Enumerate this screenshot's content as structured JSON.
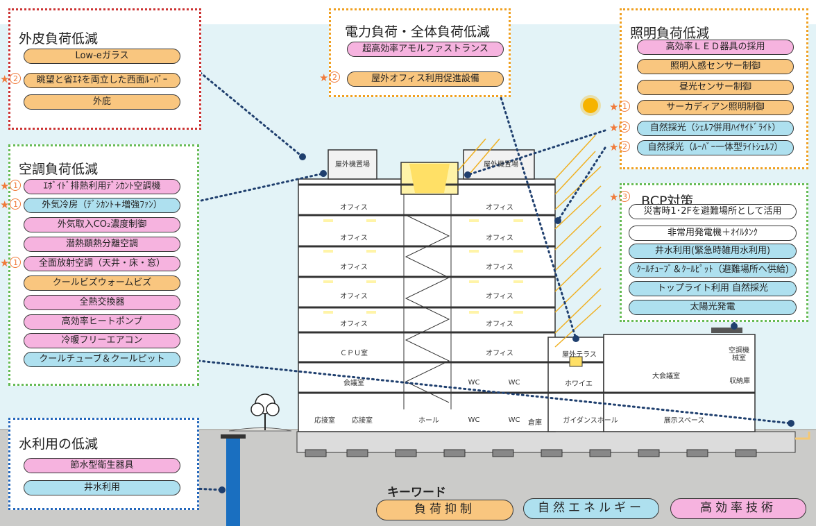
{
  "panels": {
    "skin": {
      "title": "外皮負荷低減",
      "color": "#cc3333",
      "items": [
        {
          "label": "Low-eガラス",
          "type": "o"
        },
        {
          "label": "眺望と省ｴﾈを両立した西面ﾙｰﾊﾞｰ",
          "type": "o",
          "star": "2"
        },
        {
          "label": "外庇",
          "type": "o"
        }
      ]
    },
    "hvac": {
      "title": "空調負荷低減",
      "color": "#66bb55",
      "items": [
        {
          "label": "ｴﾎﾞｲﾄﾞ排熱利用ﾃﾞｼｶﾝﾄ空調機",
          "type": "p",
          "star": "1"
        },
        {
          "label": "外気冷房（ﾃﾞｼｶﾝﾄ+増強ﾌｧﾝ）",
          "type": "b",
          "star": "1"
        },
        {
          "label": "外気取入CO₂濃度制御",
          "type": "p"
        },
        {
          "label": "潜熱顕熱分離空調",
          "type": "p"
        },
        {
          "label": "全面放射空調（天井・床・窓）",
          "type": "p",
          "star": "1"
        },
        {
          "label": "クールビズウォームビズ",
          "type": "o"
        },
        {
          "label": "全熱交換器",
          "type": "p"
        },
        {
          "label": "高効率ヒートポンプ",
          "type": "p"
        },
        {
          "label": "冷暖フリーエアコン",
          "type": "p"
        },
        {
          "label": "クールチューブ＆クールピット",
          "type": "b"
        }
      ]
    },
    "power": {
      "title": "電力負荷・全体負荷低減",
      "color": "#f0a020",
      "items": [
        {
          "label": "超高効率アモルファストランス",
          "type": "p"
        },
        {
          "label": "屋外オフィス利用促進設備",
          "type": "o",
          "star": "2"
        }
      ]
    },
    "light": {
      "title": "照明負荷低減",
      "color": "#f0a020",
      "items": [
        {
          "label": "高効率ＬＥＤ器具の採用",
          "type": "p"
        },
        {
          "label": "照明人感センサー制御",
          "type": "o"
        },
        {
          "label": "昼光センサー制御",
          "type": "o"
        },
        {
          "label": "サーカディアン照明制御",
          "type": "o",
          "star": "1"
        },
        {
          "label": "自然採光（ｼｪﾙﾌ併用ﾊｲｻｲﾄﾞﾗｲﾄ）",
          "type": "b",
          "star": "2"
        },
        {
          "label": "自然採光（ﾙｰﾊﾞｰ一体型ﾗｲﾄｼｪﾙﾌ）",
          "type": "b",
          "star": "2"
        }
      ]
    },
    "bcp": {
      "title": "BCP対策",
      "color": "#66bb55",
      "star": "3",
      "items": [
        {
          "label": "災害時1･2Fを避難場所として活用",
          "type": "w"
        },
        {
          "label": "非常用発電機＋ｵｲﾙﾀﾝｸ",
          "type": "w"
        },
        {
          "label": "井水利用(緊急時雑用水利用)",
          "type": "b"
        },
        {
          "label": "ｸｰﾙﾁｭｰﾌﾞ＆ｸｰﾙﾋﾟｯﾄ（避難場所へ供給)",
          "type": "b"
        },
        {
          "label": "トップライト利用 自然採光",
          "type": "b"
        },
        {
          "label": "太陽光発電",
          "type": "b"
        }
      ]
    },
    "water": {
      "title": "水利用の低減",
      "color": "#2266bb",
      "items": [
        {
          "label": "節水型衛生器具",
          "type": "p"
        },
        {
          "label": "井水利用",
          "type": "b"
        }
      ]
    }
  },
  "building": {
    "roof_left": "屋外機置場",
    "roof_right": "屋外機置場",
    "office": "オフィス",
    "cpu": "ＣＰＵ室",
    "meeting": "会議室",
    "wc": "WC",
    "foyer": "ホワイエ",
    "terrace": "屋外テラス",
    "big_meeting": "大会議室",
    "storage": "収納庫",
    "mech": "空調機械室",
    "reception": "応接室",
    "hall": "ホール",
    "warehouse": "倉庫",
    "guidance": "ガイダンスホール",
    "exhibit": "展示スペース"
  },
  "keyword": {
    "title": "キーワード",
    "items": [
      {
        "label": "負荷抑制",
        "color": "#f9c67f"
      },
      {
        "label": "自然エネルギー",
        "color": "#aee0ef"
      },
      {
        "label": "高効率技術",
        "color": "#f6b3df"
      }
    ]
  },
  "colors": {
    "star": "#f07a3a",
    "leader": "#1f3f6e",
    "sun": "#f6b400"
  }
}
